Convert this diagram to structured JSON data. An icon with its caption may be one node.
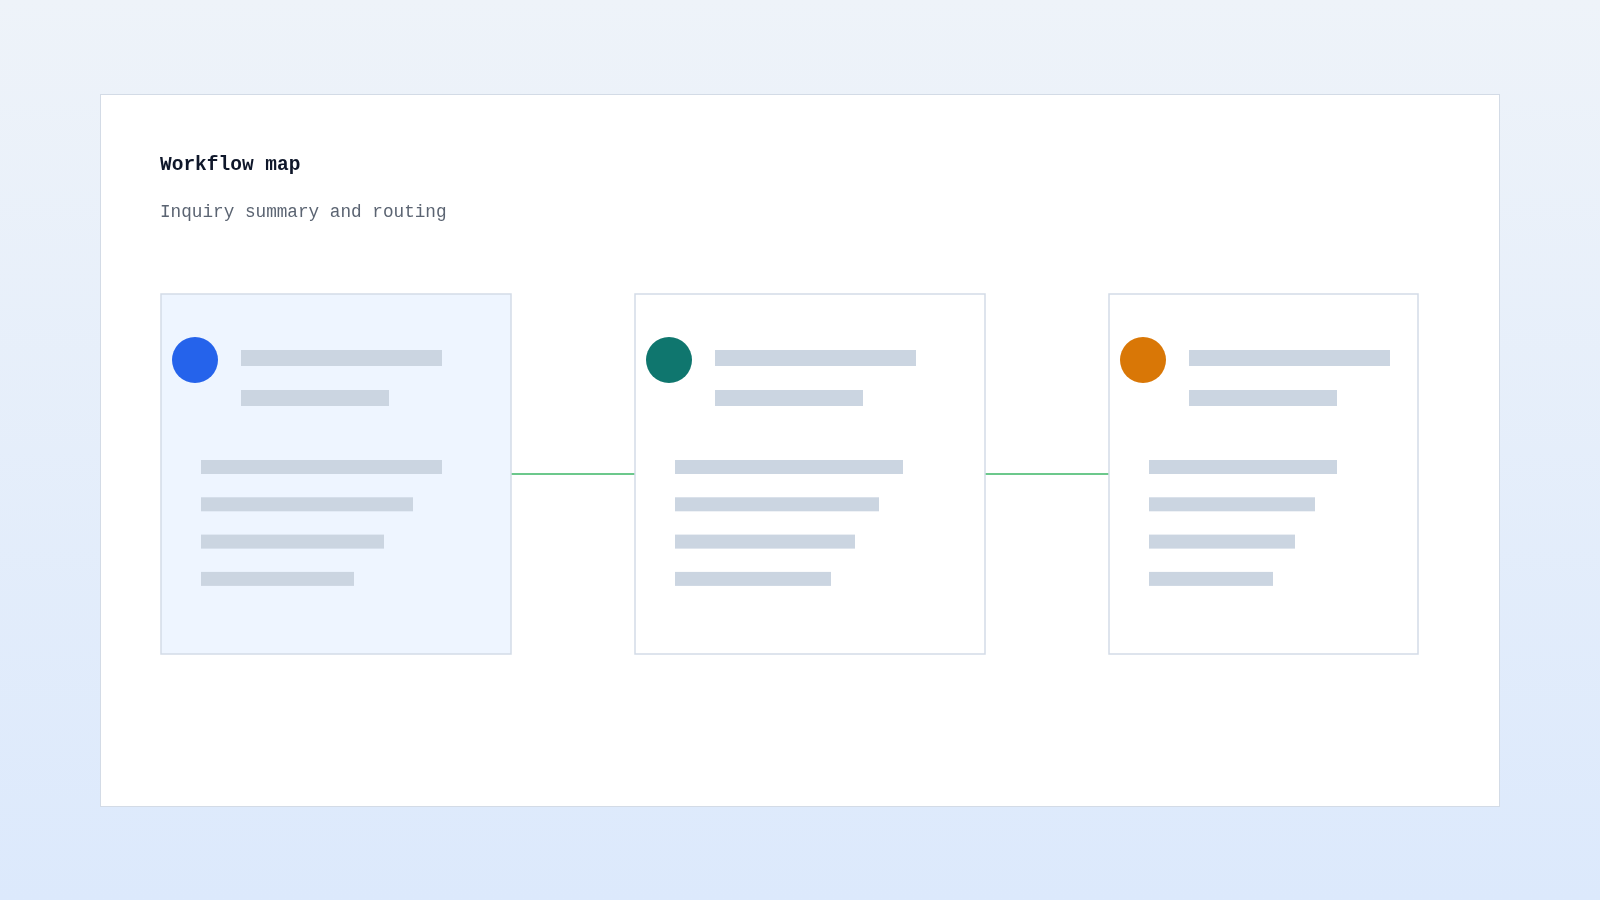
{
  "diagram": {
    "title": "Workflow map",
    "nodes": [
      {
        "text": [],
        "shape": "box"
      },
      {
        "text": [],
        "shape": "box"
      },
      {
        "text": [],
        "shape": "box"
      }
    ],
    "edges": [
      {
        "from": 0,
        "to": 1,
        "arrow": "none"
      },
      {
        "from": 1,
        "to": 2,
        "arrow": "none"
      }
    ],
    "labels": [
      "Inquiry summary and routing"
    ]
  }
}
